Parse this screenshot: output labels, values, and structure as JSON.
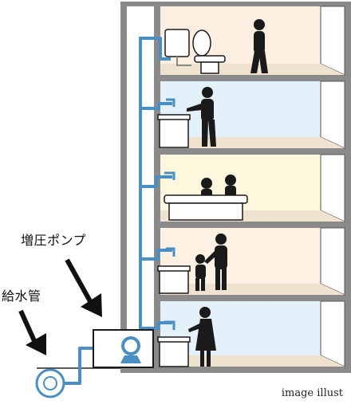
{
  "labels": {
    "booster_pump": "増圧ポンプ",
    "water_main": "給水管",
    "caption": "image illust"
  },
  "floors": [
    {
      "room": "toilet",
      "wall_color": "#fcefe2"
    },
    {
      "room": "kitchen-sink",
      "wall_color": "#e2f1fa"
    },
    {
      "room": "bathtub",
      "wall_color": "#fdf7dd"
    },
    {
      "room": "washbasin",
      "wall_color": "#fdf1e4"
    },
    {
      "room": "kitchen-sink",
      "wall_color": "#e2f1fa"
    }
  ],
  "colors": {
    "pipe": "#4a8fc2",
    "building_frame": "#8a8a8a",
    "floor_strip": "#efe3cf",
    "silhouette": "#1a1a1a"
  }
}
